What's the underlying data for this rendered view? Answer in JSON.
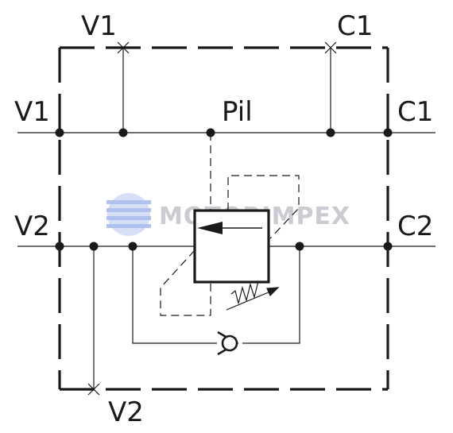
{
  "labels": {
    "v1_top": "V1",
    "c1_top": "C1",
    "v1_left": "V1",
    "pil": "Pil",
    "c1_right": "C1",
    "v2_left": "V2",
    "c2_right": "C2",
    "v2_bottom": "V2"
  },
  "watermark": {
    "text": "MOTORIMPEX",
    "logo": "globe-logo"
  },
  "colors": {
    "line": "#1a1a1a",
    "watermark": "#b9bcc4",
    "globe": "#8fa8e6"
  }
}
